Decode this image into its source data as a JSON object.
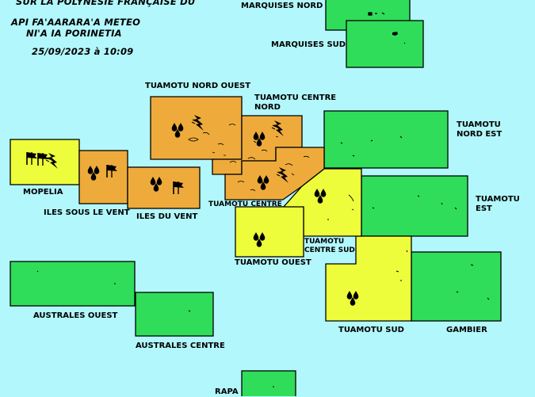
{
  "header": {
    "line1": "SUR LA POLYNESIE FRANÇAISE DU",
    "line2": "API FA'AARARA'A METEO",
    "line3": "NI'A IA PORINETIA",
    "datetime": "25/09/2023 à 10:09"
  },
  "colors": {
    "green": "#2fdd5a",
    "yellow": "#eefd3b",
    "orange": "#eeab3c",
    "sea": "#b2f7fb"
  },
  "zones": [
    {
      "name": "MARQUISES NORD",
      "level": "green",
      "icons": []
    },
    {
      "name": "MARQUISES SUD",
      "level": "green",
      "icons": []
    },
    {
      "name": "TUAMOTU NORD OUEST",
      "level": "orange",
      "icons": [
        "rain-icon",
        "thunder-icon"
      ]
    },
    {
      "name": "TUAMOTU CENTRE\nNORD",
      "level": "orange",
      "icons": [
        "rain-icon",
        "thunder-icon"
      ]
    },
    {
      "name": "TUAMOTU NORD EST",
      "level": "green",
      "icons": []
    },
    {
      "name": "MOPELIA",
      "level": "yellow",
      "icons": [
        "wind-icon",
        "thunder-icon"
      ]
    },
    {
      "name": "ILES SOUS LE VENT",
      "level": "orange",
      "icons": [
        "rain-icon",
        "wind-icon"
      ]
    },
    {
      "name": "ILES DU VENT",
      "level": "orange",
      "icons": [
        "rain-icon",
        "wind-icon"
      ]
    },
    {
      "name": "TUAMOTU CENTRE",
      "level": "orange",
      "icons": [
        "rain-icon",
        "thunder-icon"
      ]
    },
    {
      "name": "TUAMOTU EST",
      "level": "green",
      "icons": []
    },
    {
      "name": "TUAMOTU OUEST",
      "level": "yellow",
      "icons": [
        "rain-icon"
      ]
    },
    {
      "name": "TUAMOTU\nCENTRE SUD",
      "level": "yellow",
      "icons": [
        "rain-icon"
      ]
    },
    {
      "name": "AUSTRALES OUEST",
      "level": "green",
      "icons": []
    },
    {
      "name": "AUSTRALES CENTRE",
      "level": "green",
      "icons": []
    },
    {
      "name": "TUAMOTU SUD",
      "level": "yellow",
      "icons": [
        "rain-icon"
      ]
    },
    {
      "name": "GAMBIER",
      "level": "green",
      "icons": []
    },
    {
      "name": "RAPA",
      "level": "green",
      "icons": []
    }
  ]
}
